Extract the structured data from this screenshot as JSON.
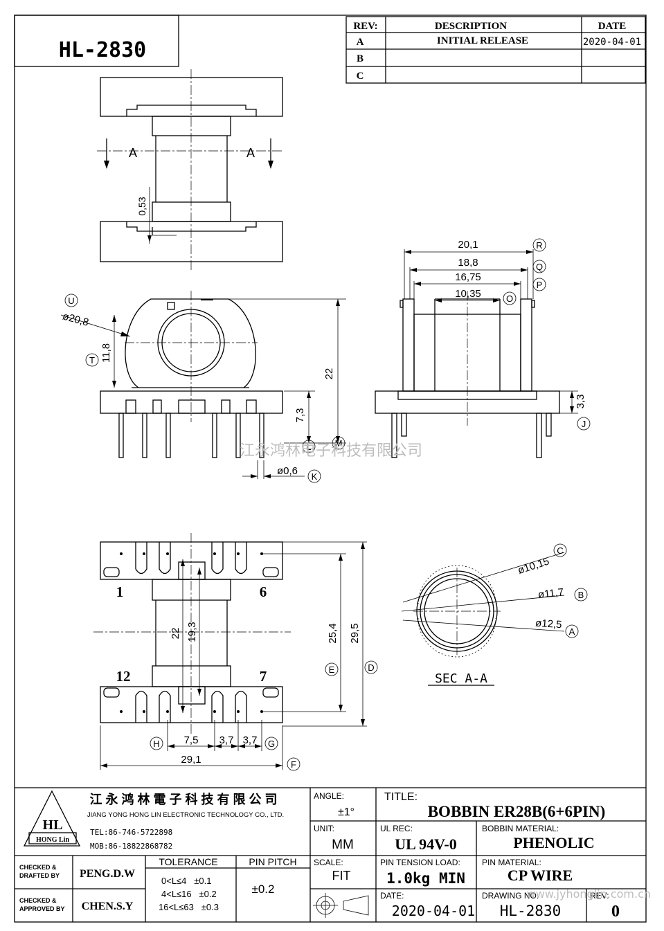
{
  "header": {
    "part_number": "HL-2830",
    "rev_table": {
      "headers": [
        "REV:",
        "DESCRIPTION",
        "DATE"
      ],
      "rows": [
        {
          "rev": "A",
          "description": "INITIAL RELEASE",
          "date": "2020-04-01"
        },
        {
          "rev": "B",
          "description": "",
          "date": ""
        },
        {
          "rev": "C",
          "description": "",
          "date": ""
        }
      ]
    }
  },
  "views": {
    "section_labels": [
      "A",
      "A"
    ],
    "section_caption": "SEC A-A",
    "pin_labels": [
      "1",
      "6",
      "12",
      "7"
    ],
    "dimensions": {
      "d053": "0,53",
      "d201": "20,1",
      "d188": "18,8",
      "d1675": "16,75",
      "d1035": "10,35",
      "d208": "ø20,8",
      "d118": "11,8",
      "d22a": "22",
      "d73": "7,3",
      "d33": "3,3",
      "d06": "ø0,6",
      "d254": "25,4",
      "d295": "29,5",
      "d22b": "22",
      "d193": "19,3",
      "d75": "7,5",
      "d37a": "3,7",
      "d37b": "3,7",
      "d291": "29,1",
      "d1015": "ø10,15",
      "d117": "ø11,7",
      "d125": "ø12,5"
    },
    "callouts": {
      "R": "R",
      "Q": "Q",
      "P": "P",
      "O": "O",
      "U": "U",
      "T": "T",
      "M": "M",
      "L": "L",
      "K": "K",
      "J": "J",
      "C": "C",
      "B": "B",
      "A": "A",
      "D": "D",
      "E": "E",
      "H": "H",
      "G": "G",
      "F": "F"
    }
  },
  "watermarks": {
    "center": "江永鸿林电子科技有限公司",
    "corner": "www.jyhonglin.com.cn"
  },
  "title_block": {
    "company_cn": "江 永 鸿 林 電 子 科 技 有 限 公 司",
    "company_en": "JIANG YONG HONG LIN ELECTRONIC TECHNOLOGY CO., LTD.",
    "logo_text": "HL",
    "logo_sub": "HONG Lin",
    "tel": "TEL:86-746-5722898",
    "mob": "MOB:86-18822868782",
    "angle_label": "ANGLE:",
    "angle_value": "±1°",
    "unit_label": "UNIT:",
    "unit_value": "MM",
    "scale_label": "SCALE:",
    "scale_value": "FIT",
    "title_label": "TITLE:",
    "title_value": "BOBBIN  ER28B(6+6PIN)",
    "ul_label": "UL REC:",
    "ul_value": "UL 94V-0",
    "bobbin_mat_label": "BOBBIN MATERIAL:",
    "bobbin_mat_value": "PHENOLIC",
    "pin_tension_label": "PIN TENSION LOAD:",
    "pin_tension_value": "1.0kg MIN",
    "pin_mat_label": "PIN MATERIAL:",
    "pin_mat_value": "CP WIRE",
    "date_label": "DATE:",
    "date_value": "2020-04-01",
    "drawing_no_label": "DRAWING NO:",
    "drawing_no_value": "HL-2830",
    "rev_label": "REV:",
    "rev_value": "0",
    "checked_drafted_label_1": "CHECKED &",
    "checked_drafted_label_2": "DRAFTED BY",
    "checked_drafted_value": "PENG.D.W",
    "checked_approved_label_1": "CHECKED &",
    "checked_approved_label_2": "APPROVED BY",
    "checked_approved_value": "CHEN.S.Y",
    "tolerance_label": "TOLERANCE",
    "tolerance_rows": [
      "0<L≤4   ±0.1",
      "4<L≤16   ±0.2",
      "16<L≤63   ±0.3"
    ],
    "pin_pitch_label": "PIN PITCH",
    "pin_pitch_value": "±0.2"
  }
}
